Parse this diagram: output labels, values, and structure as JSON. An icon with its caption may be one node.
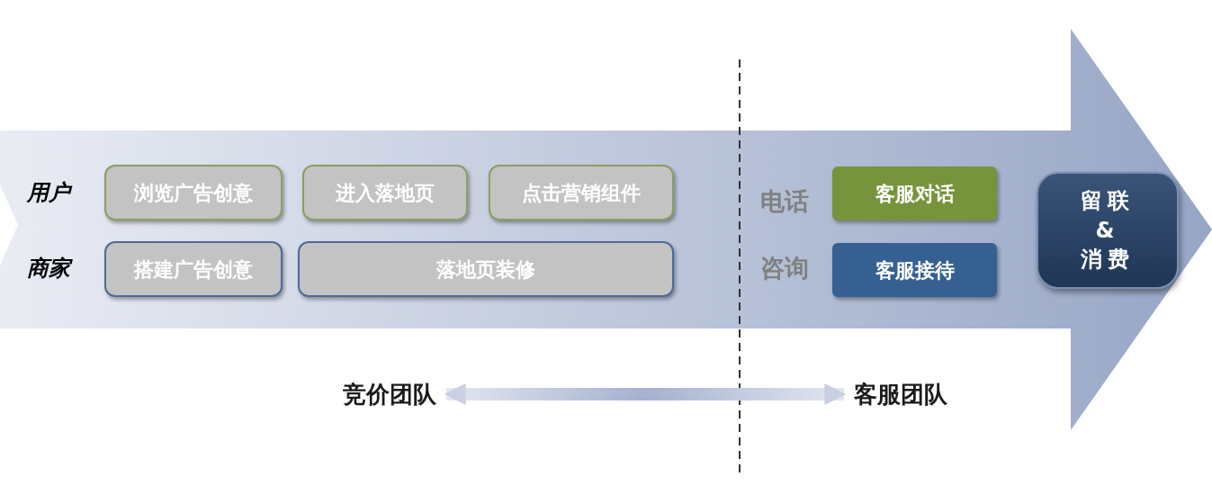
{
  "diagram": {
    "nodes": [
      {
        "text": [
          "浏览广告创意"
        ]
      },
      {
        "text": [
          "进入落地页"
        ]
      },
      {
        "text": [
          "点击营销组件"
        ]
      },
      {
        "text": [
          "搭建广告创意"
        ]
      },
      {
        "text": [
          "落地页装修"
        ]
      },
      {
        "text": [
          "客服对话"
        ]
      },
      {
        "text": [
          "客服接待"
        ]
      },
      {
        "text": [
          "留联 & 消费"
        ]
      },
      {
        "text": [
          "竞价团队"
        ]
      },
      {
        "text": [
          "客服团队"
        ]
      }
    ],
    "edges": [
      {
        "from": 8,
        "to": 9,
        "arrow": "both",
        "style": "thick"
      }
    ],
    "labels": [
      "用户",
      "商家",
      "电话",
      "咨询"
    ]
  }
}
